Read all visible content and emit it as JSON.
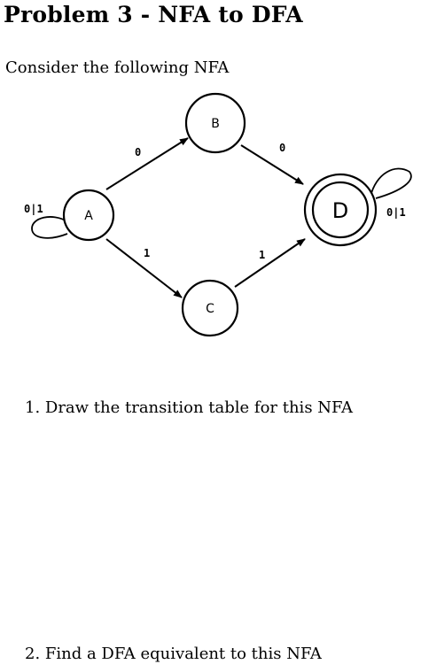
{
  "title": "Problem 3 - NFA to DFA",
  "intro": "Consider the following NFA",
  "nfa": {
    "states": {
      "A": "A",
      "B": "B",
      "C": "C",
      "D": "D"
    },
    "edge_labels": {
      "a_to_b": "0",
      "b_to_d": "0",
      "a_to_c": "1",
      "c_to_d": "1",
      "a_loop": "0|1",
      "d_loop": "0|1"
    }
  },
  "questions": [
    "1. Draw the transition table for this NFA",
    "2. Find a DFA equivalent to this NFA"
  ]
}
